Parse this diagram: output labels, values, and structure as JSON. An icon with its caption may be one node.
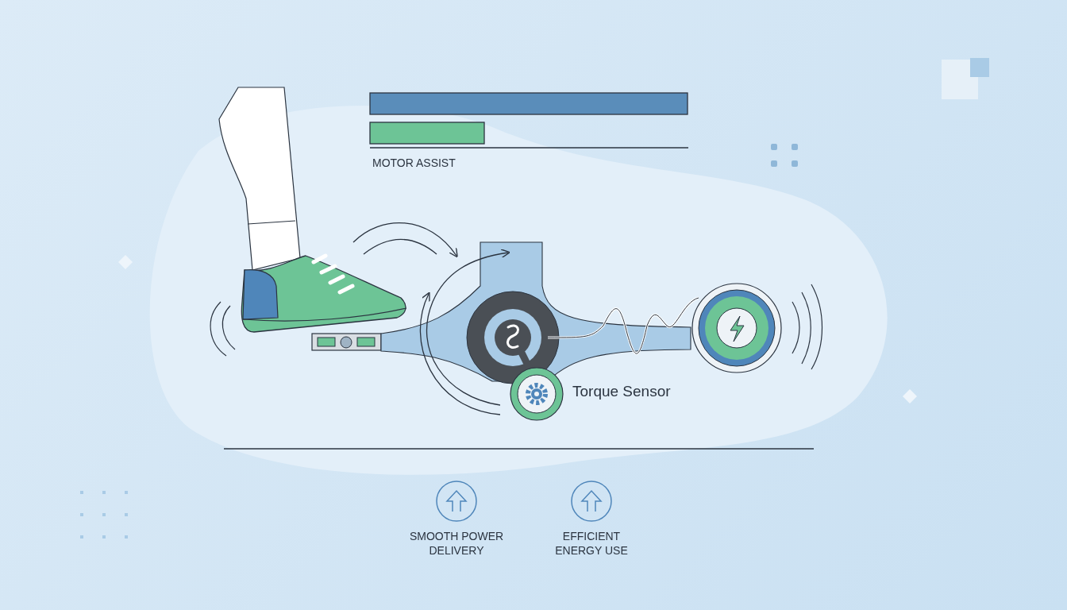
{
  "diagram": {
    "labels": [
      "MOTOR ASSIST",
      "Torque Sensor",
      "SMOOTH POWER DELIVERY",
      "EFFICIENT ENERGY USE"
    ]
  }
}
